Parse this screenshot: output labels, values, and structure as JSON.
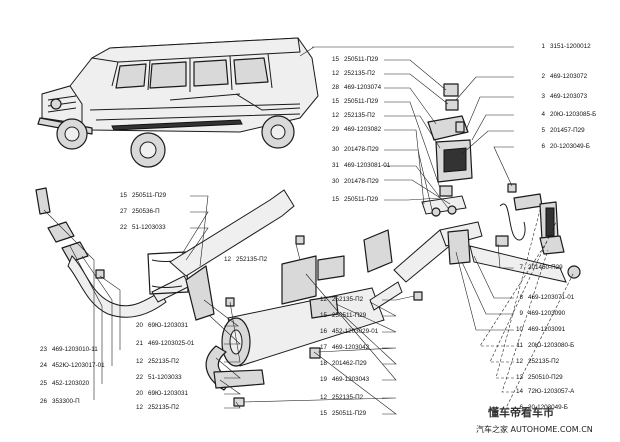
{
  "labels_right": [
    {
      "n": "1",
      "code": "3151-1200012"
    },
    {
      "n": "2",
      "code": "469-1203072"
    },
    {
      "n": "3",
      "code": "469-1203073"
    },
    {
      "n": "4",
      "code": "20Ю-1203085-Б"
    },
    {
      "n": "5",
      "code": "201457-П29"
    },
    {
      "n": "6",
      "code": "20-1203049-Б"
    },
    {
      "n": "7",
      "code": "201460-П29"
    },
    {
      "n": "8",
      "code": "469-1203071-01"
    },
    {
      "n": "9",
      "code": "469-1203090"
    },
    {
      "n": "10",
      "code": "469-1203091"
    },
    {
      "n": "11",
      "code": "20Ю-1203080-Б"
    },
    {
      "n": "12",
      "code": "252135-П2"
    },
    {
      "n": "13",
      "code": "250510-П29"
    },
    {
      "n": "14",
      "code": "72Ю-1203057-А"
    },
    {
      "n": "6",
      "code": "20-1203049-Б"
    }
  ],
  "labels_top_center": [
    {
      "n": "15",
      "code": "250511-П29"
    },
    {
      "n": "12",
      "code": "252135-П2"
    },
    {
      "n": "28",
      "code": "469-1203074"
    },
    {
      "n": "15",
      "code": "250511-П29"
    },
    {
      "n": "12",
      "code": "252135-П2"
    },
    {
      "n": "29",
      "code": "469-1203082"
    },
    {
      "n": "30",
      "code": "201478-П29"
    },
    {
      "n": "31",
      "code": "469-1203081-01"
    },
    {
      "n": "30",
      "code": "201478-П29"
    },
    {
      "n": "15",
      "code": "250511-П29"
    }
  ],
  "labels_mid_center": [
    {
      "n": "12",
      "code": "252135-П2"
    },
    {
      "n": "15",
      "code": "250511-П29"
    },
    {
      "n": "16",
      "code": "452-1203029-01"
    },
    {
      "n": "17",
      "code": "469-1203042"
    },
    {
      "n": "18",
      "code": "201462-П29"
    },
    {
      "n": "19",
      "code": "469-1203043"
    },
    {
      "n": "12",
      "code": "252135-П2"
    },
    {
      "n": "15",
      "code": "250511-П29"
    }
  ],
  "labels_left_upper": [
    {
      "n": "15",
      "code": "250511-П29"
    },
    {
      "n": "27",
      "code": "250536-П"
    },
    {
      "n": "22",
      "code": "51-1203033"
    }
  ],
  "label_center_12": {
    "n": "12",
    "code": "252135-П2"
  },
  "labels_left_mid": [
    {
      "n": "20",
      "code": "69Ю-1203031"
    },
    {
      "n": "21",
      "code": "469-1203025-01"
    },
    {
      "n": "12",
      "code": "252135-П2"
    },
    {
      "n": "22",
      "code": "51-1203033"
    },
    {
      "n": "20",
      "code": "69Ю-1203031"
    },
    {
      "n": "12",
      "code": "252135-П2"
    }
  ],
  "labels_left_lower": [
    {
      "n": "23",
      "code": "469-1203010-11"
    },
    {
      "n": "24",
      "code": "452Ю-1203017-01"
    },
    {
      "n": "25",
      "code": "452-1203020"
    },
    {
      "n": "26",
      "code": "353300-П"
    }
  ],
  "watermark": {
    "line1": "懂车帝看车市",
    "line2": "汽车之家  AUTOHOME.COM.CN"
  }
}
